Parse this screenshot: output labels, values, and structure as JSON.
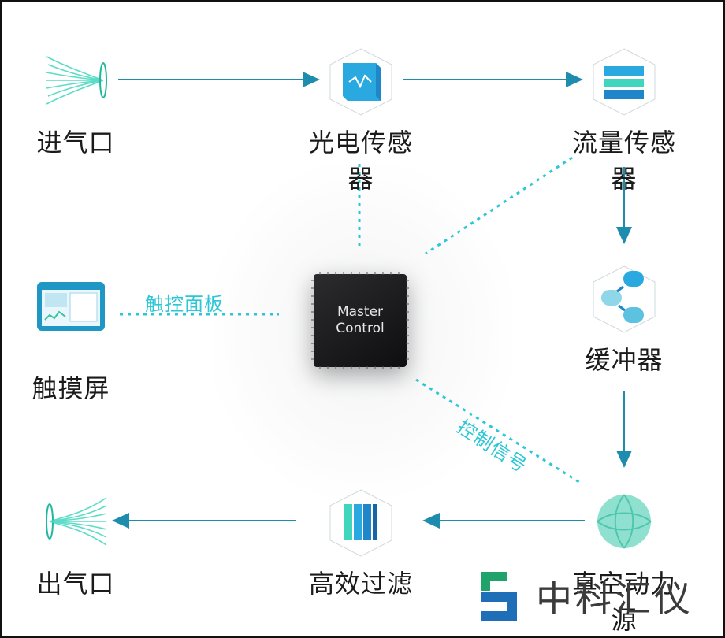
{
  "nodes": {
    "inlet": "进气口",
    "photo_sensor": "光电传感器",
    "flow_sensor": "流量传感器",
    "touchscreen": "触摸屏",
    "buffer": "缓冲器",
    "outlet": "出气口",
    "filter": "高效过滤",
    "vacuum": "真空动力源"
  },
  "chip": {
    "line1": "Master",
    "line2": "Control"
  },
  "edge_labels": {
    "touch_panel": "触控面板",
    "control_signal": "控制信号"
  },
  "brand": {
    "name": "中科汇仪"
  },
  "colors": {
    "arrow": "#1e8cad",
    "dotted": "#2cc7d6",
    "accent": "#2bd3c4"
  }
}
